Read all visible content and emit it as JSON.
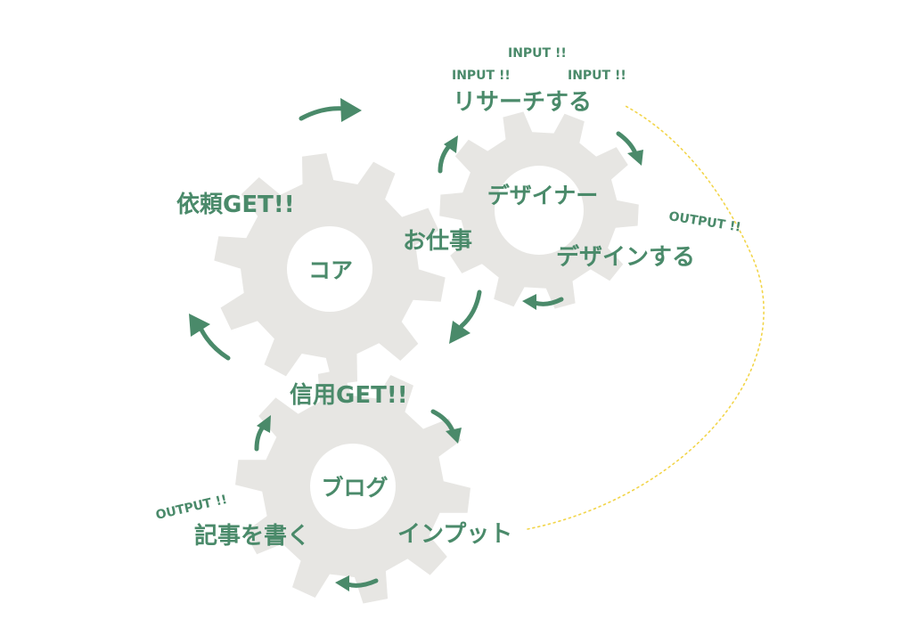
{
  "gears": {
    "core": {
      "label": "コア"
    },
    "designer": {
      "label": "デザイナー"
    },
    "blog": {
      "label": "ブログ"
    }
  },
  "labels": {
    "request_get": "依頼GET!!",
    "work": "お仕事",
    "research": "リサーチする",
    "design": "デザインする",
    "trust_get": "信用GET!!",
    "write_article": "記事を書く",
    "input": "インプット",
    "input_1": "INPUT !!",
    "input_2": "INPUT !!",
    "input_3": "INPUT !!",
    "output_1": "OUTPUT !!",
    "output_2": "OUTPUT !!"
  },
  "colors": {
    "gear": "#e7e6e3",
    "text": "#4a8a6a",
    "arrow": "#4a8a6a",
    "dotted_line": "#f2d54a"
  }
}
